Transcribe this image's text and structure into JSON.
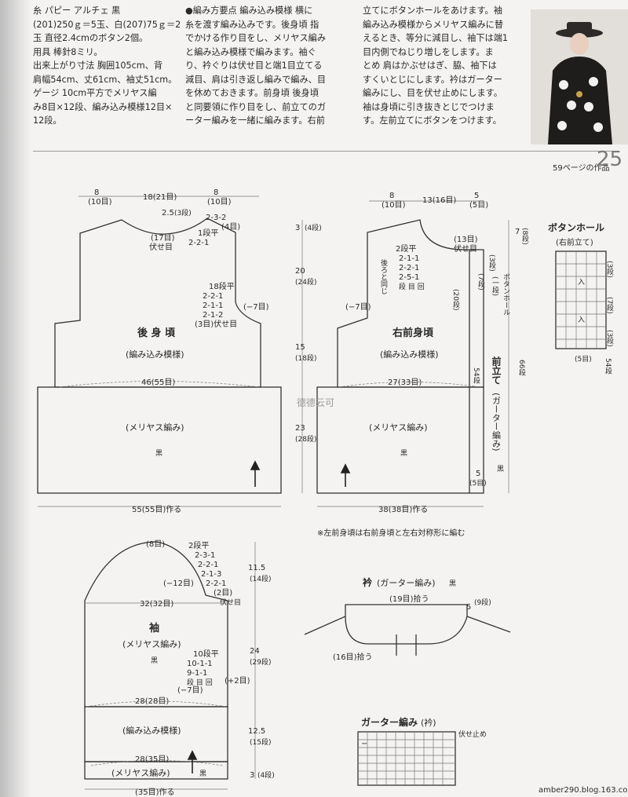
{
  "page": {
    "number": "25",
    "ref": "59ページの作品",
    "watermark": "德德云可",
    "footer": "amber290.blog.163.com"
  },
  "materials": {
    "lines": [
      "糸 パピー アルチェ 黒",
      "(201)250ｇ＝5玉、白(207)75ｇ＝2",
      "玉 直径2.4cmのボタン2個。",
      "用具 棒針8ミリ。",
      "出来上がり寸法 胸囲105cm、背",
      "肩幅54cm、丈61cm、袖丈51cm。",
      "ゲージ 10cm平方でメリヤス編",
      "み8目×12段、編み込み模様12目×",
      "12段。"
    ]
  },
  "instructions": {
    "col2": [
      "●編み方要点 編み込み模様 横に",
      "糸を渡す編み込みです。後身頃 指",
      "でかける作り目をし、メリヤス編み",
      "と編み込み模様で編みます。袖ぐ",
      "り、衿ぐりは伏せ目と端1目立てる",
      "減目、肩は引き返し編みで編み、目",
      "を休めておきます。前身頃 後身頃",
      "と同要領に作り目をし、前立てのガ",
      "ーター編みを一緒に編みます。右前"
    ],
    "col3": [
      "立てにボタンホールをあけます。袖",
      "編み込み模様からメリヤス編みに替",
      "えるとき、等分に減目し、袖下は端1",
      "目内側でねじり増しをします。ま",
      "とめ 肩はかぶせはぎ、脇、袖下は",
      "すくいとじにします。衿はガーター",
      "編みにし、目を伏せ止めにします。",
      "袖は身頃に引き抜きとじでつけま",
      "す。左前立てにボタンをつけます。"
    ]
  },
  "back": {
    "top_left": "8",
    "top_left_st": "(10目)",
    "neck": "18(21目)",
    "top_right": "8",
    "top_right_st": "(10目)",
    "neck_shape_a": "2.5",
    "neck_shape_a_rows": "(3段)",
    "neck_shape_b": "2-3-2",
    "neck_shape_b_st": "(4目)",
    "neck_shape_c": "1段平",
    "neck_shape_d": "2-2-1",
    "neck_bind": "(17目)",
    "neck_bind_label": "伏せ目",
    "arm_a": "18段平",
    "arm_b": "2-2-1",
    "arm_c": "2-1-1",
    "arm_d": "2-1-2",
    "arm_e": "(3目)伏せ目",
    "arm_dec": "(−7目)",
    "title": "後 身 頃",
    "pattern": "(編み込み模様)",
    "width_upper": "46(55目)",
    "lower_stitch": "(メリヤス編み)",
    "color": "黒",
    "bottom": "55(55目)作る",
    "h_shoulder": "3",
    "h_shoulder_rows": "(4段)",
    "h_upper": "20",
    "h_upper_rows": "(24段)",
    "h_mid": "15",
    "h_mid_rows": "(18段)",
    "h_lower": "23",
    "h_lower_rows": "(28段)"
  },
  "front": {
    "top_left": "8",
    "top_left_st": "(10目)",
    "top_mid": "13(16目)",
    "top_right": "5",
    "top_right_st": "(5目)",
    "neck_a": "2段平",
    "neck_b": "2-1-1",
    "neck_c": "2-2-1",
    "neck_d": "2-5-1",
    "neck_legend": "段 目 回",
    "neck_bind": "(13目)",
    "neck_bind_label": "伏せ目",
    "back_same": "後ろと同じ",
    "arm_dec": "(−7目)",
    "title": "右前身頃",
    "pattern": "(編み込み模様)",
    "width_upper": "27(33目)",
    "lower_stitch": "(メリヤス編み)",
    "color": "黒",
    "bottom": "38(38目)作る",
    "bh_rows_top": "(3段)",
    "bh_gap": "(7段)",
    "bh_rows_mid": "(20段)",
    "bh_label": "ボタンホール",
    "bh_count": "(一段)",
    "band_rows": "54段",
    "band_width": "5",
    "band_width_st": "(5目)",
    "band_title": "前立て",
    "band_stitch": "(ガーター編み)",
    "band_color": "黒",
    "h_top": "7",
    "h_top_rows": "(8段)",
    "h_total": "66段",
    "note": "※左前身頃は右前身頃と左右対称形に編む"
  },
  "buttonhole": {
    "title": "ボタンホール",
    "subtitle": "(右前立て)",
    "rows_a": "(3段)",
    "rows_b": "(7段)",
    "rows_c": "(3段)",
    "rows_d": "54段",
    "width": "(5目)",
    "symbol": "入"
  },
  "sleeve": {
    "cap_top": "(8目)",
    "cap_a": "2段平",
    "cap_b": "2-3-1",
    "cap_c": "2-2-1",
    "cap_d": "2-1-3",
    "cap_e": "2-2-1",
    "cap_f": "(2目)",
    "cap_g": "伏せ目",
    "cap_dec": "(−12目)",
    "width_upper": "32(32目)",
    "title": "袖",
    "stitch": "(メリヤス編み)",
    "color": "黒",
    "inc_a": "10段平",
    "inc_b": "10-1-1",
    "inc_c": "9-1-1",
    "inc_legend": "段 目 回",
    "inc_total": "(+2目)",
    "width_mid": "28(28目)",
    "dec": "(−7目)",
    "pattern": "(編み込み模様)",
    "width_low": "28(35目)",
    "ribbing": "(メリヤス編み)",
    "rib_color": "黒",
    "bottom": "(35目)作る",
    "h_cap": "11.5",
    "h_cap_rows": "(14段)",
    "h_mid": "24",
    "h_mid_rows": "(29段)",
    "h_low": "12.5",
    "h_low_rows": "(15段)",
    "h_rib": "3",
    "h_rib_rows": "(4段)"
  },
  "collar": {
    "title": "衿",
    "stitch": "(ガーター編み)",
    "color": "黒",
    "top": "(19目)拾う",
    "side": "5",
    "side_rows": "(9段)",
    "left": "(16目)拾う"
  },
  "garter": {
    "title": "ガーター編み",
    "subtitle": "(衿)",
    "bind": "伏せ止め",
    "symbol": "−"
  }
}
